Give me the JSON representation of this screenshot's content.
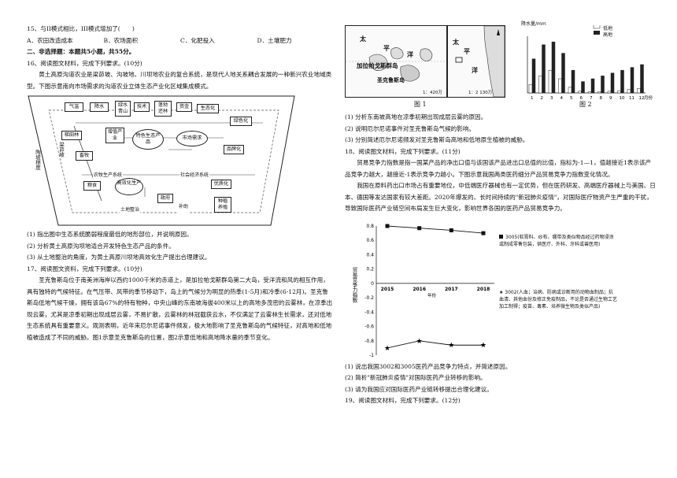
{
  "q15": {
    "stem": "15、与II模式相比，III模式增加了(　　)",
    "options": [
      "A．农田改造成本",
      "B．农场面积",
      "C．化肥投入",
      "D．土壤肥力"
    ]
  },
  "section2": "二、非选择题：本题共5小题，共55分。",
  "q16": {
    "head": "16、阅读图文材料，完成下列要求。(10分)",
    "para": "黄土高原沟道农业是梁茆坡、沟坡地、川坝地农业的复合系统，是现代人地关系耦合发展的一种新兴农业地域类型。下图示意南向市场需求的沟道农业立体生态产业化区域集成模式。",
    "diagram": {
      "boxes": [
        "气温",
        "降水",
        "绿水青山",
        "技术",
        "蓬勃还林",
        "资金",
        "生态化",
        "绿色化",
        "梯田林",
        "增值产业",
        "特色生态产品",
        "市场需求",
        "品牌化",
        "畜牧",
        "农牧生产系统",
        "社会经济系统",
        "粮食",
        "高效化生产",
        "政府",
        "补助",
        "优质化",
        "种植养殖"
      ],
      "left_label": "陶坡梯度",
      "arrow_label": "梁茆坡",
      "bottom_label": "土地整治"
    },
    "questions": [
      "(1) 指出图中生态系统脆弱程度最低的地形部位，并说明原因。",
      "(2) 分析黄土高原沟坝地适合开发特色生态产品的条件。",
      "(3) 从土地整治的角度，为黄土高原川坝地高效化生产提出合理建议。"
    ]
  },
  "q17": {
    "head": "17、阅读图文资料，完成下列要求。(10分)",
    "para": "圣克鲁斯岛位于南美洲海岸以西约1000千米的赤道上，是加拉帕戈斯群岛第二大岛，受洋流和风的相互作用，具有独特的气候特征。在气压带、风带的季节移动下，岛上的气候分为明显的热季(1-5月)和冷季(6-12月)。圣克鲁斯岛低地气候干燥，拥有该岛67%的特有物种，中央山峰的东南坡海拔400米以上的高地多茂密的云雾林，在凉季出现云雾，尤其是凉季初期出现成层云雾，不易扩散，云雾林的林冠截获云水，不仅满足了云雾林生长需求，还对低地生态系统具有重要意义。观测表明，近年来厄尔尼诺事件频发，极大地影响了圣克鲁斯岛的气候特征，对高地和低地植被造成了不同的威胁。图1示意圣克鲁斯岛的位置，图2示意低地和高地降水量的季节变化。",
    "fig1": {
      "labels": [
        "太",
        "平",
        "洋",
        "加拉帕戈斯群岛",
        "圣克鲁斯岛",
        "太",
        "平",
        "洋"
      ],
      "scale1": "1：420万",
      "scale2": "1：2 130万",
      "caption": "图 1"
    },
    "fig2": {
      "ylabel": "降水量/mm",
      "legend": [
        "低地",
        "高地"
      ],
      "caption": "图 2",
      "xaxis": "月份"
    },
    "questions": [
      "(1) 分析东南坡高地在凉季初期出现成层云雾的原因。",
      "(2) 说明厄尔尼诺事件对圣克鲁斯岛气候的影响。",
      "(3) 分别简述厄尔尼诺频发对圣克鲁斯岛高地和低地原生植被的威胁。"
    ]
  },
  "q18": {
    "head": "18、阅读图文材料，完成下列要求。(11分)",
    "para1": "贸易竞争力指数是指一国某产品的净出口值与该国该产品进出口总值的比值，指标为-1—1，值越接近1表示该产品竞争力越大，越接近-1表示竞争力越小。下图示意我国两类医药细分产品贸易竞争力指数变化情况。",
    "para2": "我国在原料药出口市场占有重要地位，中低端医疗器械也有一定优势，但在医药研发、高端医疗器械上与美国、日本、德国等发达国家有较大差距。2020年爆发的、长时间持续的\"新冠肺炎疫情\"，对国际医疗物资产生严重的干扰，导致国际医药产业链空间布局发生巨大变化，影响世界各国的医药产品贸易竞争力。",
    "questions": [
      "(1) 说出我国3002和3005医药产品竞争力特点，并简述原因。",
      "(2) 简析\"新冠肺炎疫情\"对国际医药产业转移的影响。",
      "(3) 请为我国应对国际医药产业链转移提出合理化建议。"
    ]
  },
  "q19": {
    "head": "19、阅读图文材料，完成下列要求。(12分)"
  },
  "chart_data": [
    {
      "type": "bar",
      "title": "",
      "ylabel": "降水量/mm",
      "xlabel": "月份",
      "categories": [
        "1",
        "2",
        "3",
        "4",
        "5",
        "6",
        "7",
        "8",
        "9",
        "10",
        "11",
        "12"
      ],
      "series": [
        {
          "name": "低地",
          "values": [
            15,
            30,
            40,
            25,
            10,
            3,
            2,
            2,
            3,
            4,
            6,
            8
          ]
        },
        {
          "name": "高地",
          "values": [
            60,
            85,
            90,
            70,
            40,
            20,
            25,
            30,
            35,
            40,
            45,
            50
          ]
        }
      ],
      "ylim": [
        0,
        100
      ]
    },
    {
      "type": "line",
      "title": "",
      "ylabel": "贸易竞争力指数",
      "xlabel": "年份",
      "x": [
        "2015",
        "2016",
        "2017",
        "2018"
      ],
      "yticks": [
        "0.8",
        "0.6",
        "0.4",
        "0.2",
        "0",
        "-0.2",
        "-0.4",
        "-0.6",
        "-0.8",
        "-1"
      ],
      "ylim": [
        -1,
        0.8
      ],
      "series": [
        {
          "name": "3005(软膏料、纱布、绷带及类似物品经过药物浸涂或制成零售包装，供医疗、外科、牙科或兽医用)",
          "values": [
            0.8,
            0.77,
            0.74,
            0.7
          ],
          "marker": "square"
        },
        {
          "name": "3002(人血；治病、防病或诊断用的动物血制品；抗血清、其他血份及修正免疫制品，不论是否通过生物工艺加工制得；疫苗、毒素、培养微生物及类似产品)",
          "values": [
            -0.9,
            -0.8,
            -0.86,
            -0.86
          ],
          "marker": "star"
        }
      ]
    }
  ]
}
